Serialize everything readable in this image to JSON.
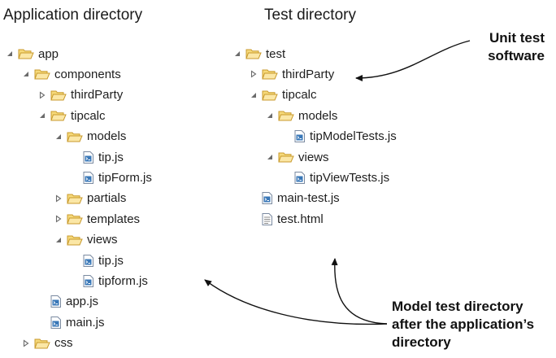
{
  "headings": {
    "app": "Application directory",
    "test": "Test directory"
  },
  "app_tree": [
    {
      "label": "app",
      "type": "folder",
      "expanded": true,
      "depth": 0
    },
    {
      "label": "components",
      "type": "folder",
      "expanded": true,
      "depth": 1
    },
    {
      "label": "thirdParty",
      "type": "folder",
      "expanded": false,
      "depth": 2
    },
    {
      "label": "tipcalc",
      "type": "folder",
      "expanded": true,
      "depth": 2
    },
    {
      "label": "models",
      "type": "folder",
      "expanded": true,
      "depth": 3
    },
    {
      "label": "tip.js",
      "type": "js",
      "depth": 4
    },
    {
      "label": "tipForm.js",
      "type": "js",
      "depth": 4
    },
    {
      "label": "partials",
      "type": "folder",
      "expanded": false,
      "depth": 3
    },
    {
      "label": "templates",
      "type": "folder",
      "expanded": false,
      "depth": 3
    },
    {
      "label": "views",
      "type": "folder",
      "expanded": true,
      "depth": 3
    },
    {
      "label": "tip.js",
      "type": "js",
      "depth": 4
    },
    {
      "label": "tipform.js",
      "type": "js",
      "depth": 4
    },
    {
      "label": "app.js",
      "type": "js",
      "depth": 2
    },
    {
      "label": "main.js",
      "type": "js",
      "depth": 2
    },
    {
      "label": "css",
      "type": "folder",
      "expanded": false,
      "depth": 1
    }
  ],
  "test_tree": [
    {
      "label": "test",
      "type": "folder",
      "expanded": true,
      "depth": 0
    },
    {
      "label": "thirdParty",
      "type": "folder",
      "expanded": false,
      "depth": 1
    },
    {
      "label": "tipcalc",
      "type": "folder",
      "expanded": true,
      "depth": 1
    },
    {
      "label": "models",
      "type": "folder",
      "expanded": true,
      "depth": 2
    },
    {
      "label": "tipModelTests.js",
      "type": "js",
      "depth": 3
    },
    {
      "label": "views",
      "type": "folder",
      "expanded": true,
      "depth": 2
    },
    {
      "label": "tipViewTests.js",
      "type": "js",
      "depth": 3
    },
    {
      "label": "main-test.js",
      "type": "js",
      "depth": 1
    },
    {
      "label": "test.html",
      "type": "html",
      "depth": 1
    }
  ],
  "callouts": {
    "unit_test": [
      "Unit test",
      "software"
    ],
    "model_test": [
      "Model test directory",
      "after the application’s",
      "directory"
    ]
  },
  "colors": {
    "folder_fill": "#f6d97a",
    "folder_stroke": "#c89a2c",
    "twisty": "#6b6b6b",
    "js_icon": "#3a78b8",
    "text": "#1e1e1e"
  }
}
